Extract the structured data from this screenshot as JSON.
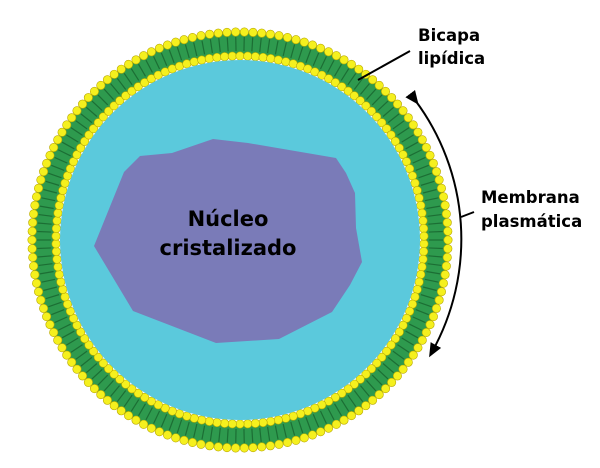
{
  "labels": {
    "bilayer_line1": "Bicapa",
    "bilayer_line2": "lipídica",
    "membrane_line1": "Membrana",
    "membrane_line2": "plasmática",
    "nucleus_line1": "Núcleo",
    "nucleus_line2": "cristalizado"
  },
  "colors": {
    "cytoplasm": "#5bc9dc",
    "nucleus": "#7a7bb8",
    "lipid_head": "#f5f01e",
    "lipid_head_stroke": "#b8a800",
    "lipid_tail": "#2e9a4e",
    "lipid_tail_dark": "#1c6e34",
    "text": "#000000"
  }
}
